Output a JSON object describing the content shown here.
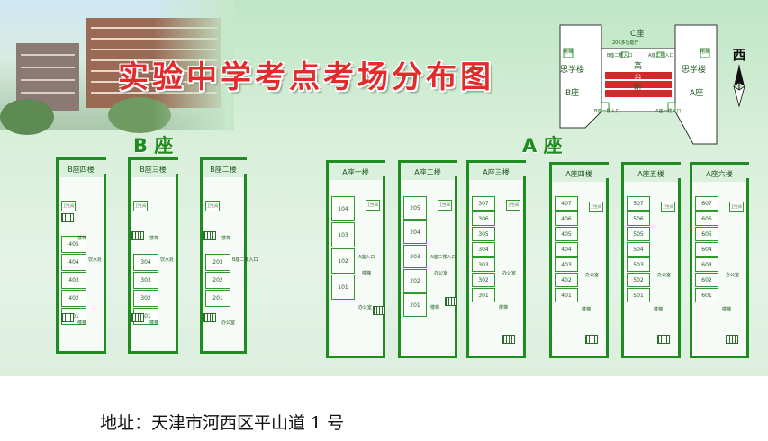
{
  "title": "实验中学考点考场分布图",
  "seats": {
    "b": "B 座",
    "a": "A 座"
  },
  "compass": {
    "west": "西"
  },
  "sitemap": {
    "c_seat": "C座",
    "b_seat": "B座",
    "a_seat": "A座",
    "sixue_left": "思学楼",
    "sixue_right": "思学楼",
    "hall": "206多功能厅",
    "b2_entry": "B座二楼入口",
    "a2_entry": "A座二楼入口",
    "gao": "高",
    "tai": "台",
    "jie": "阶",
    "b1_entry": "B座一楼入口",
    "a1_entry": "A座一楼入口",
    "dianti_left": "电梯",
    "dianti_right": "电梯"
  },
  "floors": [
    {
      "name": "B座四楼",
      "rooms": [
        "405",
        "404",
        "403",
        "402",
        "401"
      ],
      "labels": [
        "卫生间",
        "楼梯",
        "楼梯",
        "饮水处"
      ]
    },
    {
      "name": "B座三楼",
      "rooms": [
        "304",
        "303",
        "302",
        "301"
      ],
      "labels": [
        "卫生间",
        "楼梯",
        "楼梯",
        "饮水处"
      ]
    },
    {
      "name": "B座二楼",
      "rooms": [
        "203",
        "202",
        "201"
      ],
      "labels": [
        "卫生间",
        "楼梯",
        "办公室",
        "B座二楼入口"
      ]
    },
    {
      "name": "A座一楼",
      "rooms": [
        "104",
        "103",
        "102",
        "101"
      ],
      "labels": [
        "卫生间",
        "办公室",
        "楼梯",
        "A座入口"
      ]
    },
    {
      "name": "A座二楼",
      "rooms": [
        "205",
        "204",
        "203",
        "202",
        "201"
      ],
      "labels": [
        "卫生间",
        "楼梯",
        "办公室",
        "A座二楼入口"
      ]
    },
    {
      "name": "A座三楼",
      "rooms": [
        "307",
        "306",
        "305",
        "304",
        "303",
        "302",
        "301"
      ],
      "labels": [
        "卫生间",
        "楼梯",
        "办公室"
      ]
    },
    {
      "name": "A座四楼",
      "rooms": [
        "407",
        "406",
        "405",
        "404",
        "403",
        "402",
        "401"
      ],
      "labels": [
        "卫生间",
        "楼梯",
        "办公室"
      ]
    },
    {
      "name": "A座五楼",
      "rooms": [
        "507",
        "506",
        "505",
        "504",
        "503",
        "502",
        "501"
      ],
      "labels": [
        "卫生间",
        "楼梯",
        "办公室"
      ]
    },
    {
      "name": "A座六楼",
      "rooms": [
        "607",
        "606",
        "605",
        "604",
        "603",
        "602",
        "601"
      ],
      "labels": [
        "卫生间",
        "楼梯",
        "办公室"
      ]
    }
  ],
  "address": "地址：天津市河西区平山道 1 号",
  "colors": {
    "title": "#e32b2b",
    "wall": "#1e8c1e",
    "text": "#1e5a1e"
  }
}
